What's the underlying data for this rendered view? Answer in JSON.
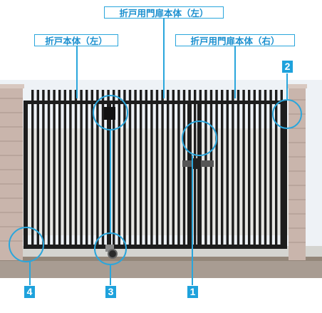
{
  "labels": {
    "center": "折戸用門扉本体（左）",
    "left": "折戸本体（左）",
    "right": "折戸用門扉本体（右）"
  },
  "markers": [
    "1",
    "2",
    "3",
    "4"
  ],
  "colors": {
    "callout": "#2aa6dc",
    "marker_bg": "#1ea2dc",
    "gate": "#1d1d1d",
    "pillar": "#c9b5ac",
    "gravel": "#a89c92",
    "sky": "#f2f5f8"
  }
}
